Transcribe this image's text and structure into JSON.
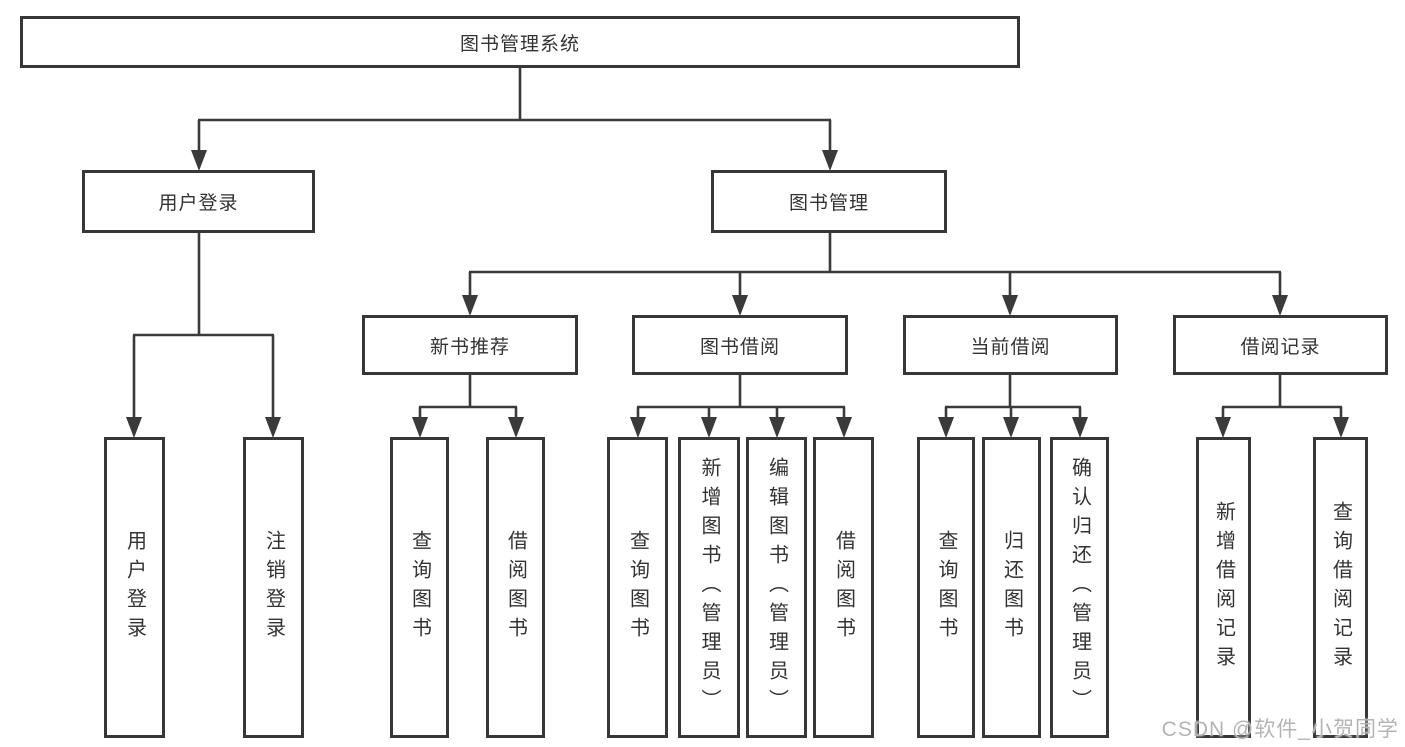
{
  "colors": {
    "line": "#3a3a3a",
    "box_border": "#373737",
    "text": "#333333",
    "background": "#ffffff",
    "watermark": "#b4b4b4"
  },
  "nodes": {
    "root": "图书管理系统",
    "user_login": "用户登录",
    "book_mgmt": "图书管理",
    "new_book_rec": "新书推荐",
    "book_borrow": "图书借阅",
    "current_borrow": "当前借阅",
    "borrow_record": "借阅记录",
    "leaf_user_login": "用户登录",
    "leaf_logout": "注销登录",
    "leaf_rec_query": "查询图书",
    "leaf_rec_borrow": "借阅图书",
    "leaf_bb_query": "查询图书",
    "leaf_bb_add": "新增图书（管理员）",
    "leaf_bb_edit": "编辑图书（管理员）",
    "leaf_bb_borrow": "借阅图书",
    "leaf_cb_query": "查询图书",
    "leaf_cb_return": "归还图书",
    "leaf_cb_confirm": "确认归还（管理员）",
    "leaf_br_add": "新增借阅记录",
    "leaf_br_query": "查询借阅记录"
  },
  "watermark": "CSDN @软件_小贺同学"
}
